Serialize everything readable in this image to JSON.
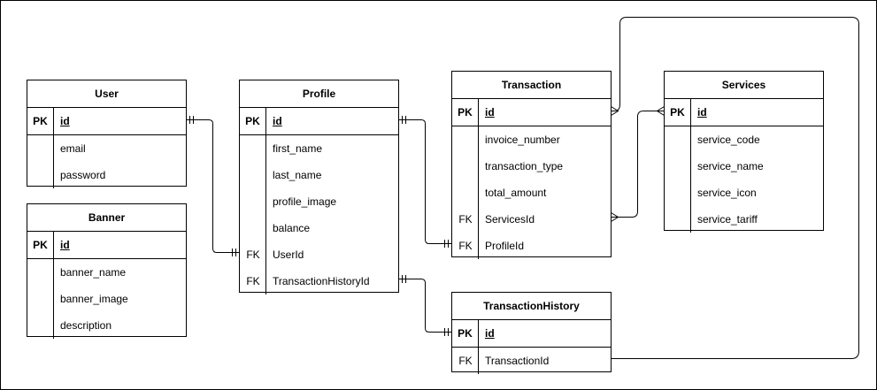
{
  "entities": {
    "user": {
      "title": "User",
      "pk": {
        "key": "PK",
        "name": "id"
      },
      "fields": [
        {
          "key": "",
          "name": "email"
        },
        {
          "key": "",
          "name": "password"
        }
      ]
    },
    "banner": {
      "title": "Banner",
      "pk": {
        "key": "PK",
        "name": "id"
      },
      "fields": [
        {
          "key": "",
          "name": "banner_name"
        },
        {
          "key": "",
          "name": "banner_image"
        },
        {
          "key": "",
          "name": "description"
        }
      ]
    },
    "profile": {
      "title": "Profile",
      "pk": {
        "key": "PK",
        "name": "id"
      },
      "fields": [
        {
          "key": "",
          "name": "first_name"
        },
        {
          "key": "",
          "name": "last_name"
        },
        {
          "key": "",
          "name": "profile_image"
        },
        {
          "key": "",
          "name": "balance"
        },
        {
          "key": "FK",
          "name": "UserId"
        },
        {
          "key": "FK",
          "name": "TransactionHistoryId"
        }
      ]
    },
    "transaction": {
      "title": "Transaction",
      "pk": {
        "key": "PK",
        "name": "id"
      },
      "fields": [
        {
          "key": "",
          "name": "invoice_number"
        },
        {
          "key": "",
          "name": "transaction_type"
        },
        {
          "key": "",
          "name": "total_amount"
        },
        {
          "key": "FK",
          "name": "ServicesId"
        },
        {
          "key": "FK",
          "name": "ProfileId"
        }
      ]
    },
    "services": {
      "title": "Services",
      "pk": {
        "key": "PK",
        "name": "id"
      },
      "fields": [
        {
          "key": "",
          "name": "service_code"
        },
        {
          "key": "",
          "name": "service_name"
        },
        {
          "key": "",
          "name": "service_icon"
        },
        {
          "key": "",
          "name": "service_tariff"
        }
      ]
    },
    "transactionhistory": {
      "title": "TransactionHistory",
      "pk": {
        "key": "PK",
        "name": "id"
      },
      "fields": [
        {
          "key": "FK",
          "name": "TransactionId"
        }
      ]
    }
  },
  "relationships": [
    {
      "from": "User.id",
      "to": "Profile.UserId",
      "from_end": "one-and-only-one",
      "to_end": "one-and-only-one"
    },
    {
      "from": "Profile.id",
      "to": "Transaction.ProfileId",
      "from_end": "one-and-only-one",
      "to_end": "one-and-only-one"
    },
    {
      "from": "Profile.TransactionHistoryId",
      "to": "TransactionHistory.id",
      "from_end": "one-and-only-one",
      "to_end": "one-and-only-one"
    },
    {
      "from": "Transaction.ServicesId",
      "to": "Services.id",
      "from_end": "many",
      "to_end": "many"
    },
    {
      "from": "TransactionHistory.TransactionId",
      "to": "Transaction.id",
      "from_end": "none",
      "to_end": "many"
    }
  ],
  "colors": {
    "line": "#000000",
    "background": "#ffffff"
  }
}
